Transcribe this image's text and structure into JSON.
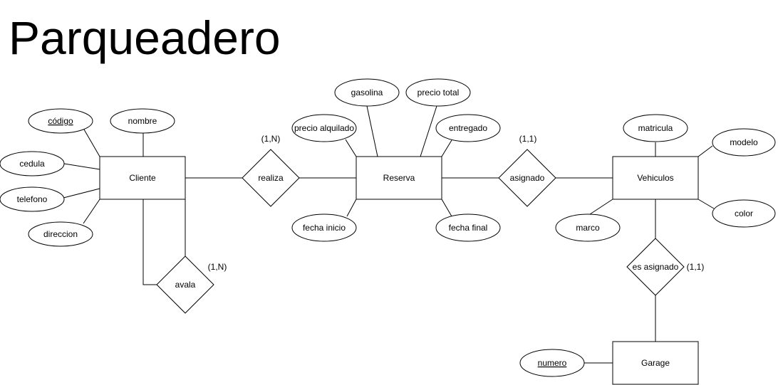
{
  "title": "Parqueadero",
  "entities": {
    "cliente": "Cliente",
    "reserva": "Reserva",
    "vehiculos": "Vehiculos",
    "garage": "Garage"
  },
  "relationships": {
    "realiza": "realiza",
    "asignado": "asignado",
    "avala": "avala",
    "es_asignado": "es asignado"
  },
  "attributes": {
    "codigo": "código",
    "nombre": "nombre",
    "cedula": "cedula",
    "telefono": "telefono",
    "direccion": "direccion",
    "gasolina": "gasolina",
    "precio_total": "precio total",
    "precio_alquilado": "precio alquilado",
    "entregado": "entregado",
    "fecha_inicio": "fecha inicio",
    "fecha_final": "fecha final",
    "matricula": "matricula",
    "modelo": "modelo",
    "marco": "marco",
    "color": "color",
    "numero": "numero"
  },
  "cardinalities": {
    "realiza": "(1,N)",
    "asignado": "(1,1)",
    "avala": "(1,N)",
    "es_asignado": "(1,1)"
  }
}
